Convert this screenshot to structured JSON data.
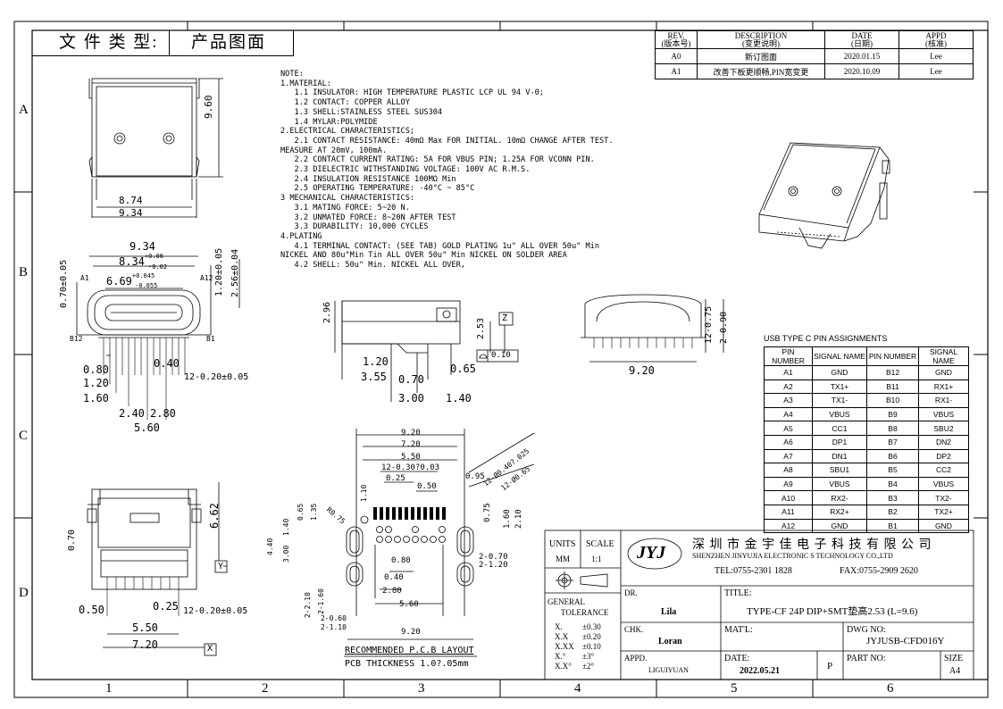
{
  "doc_type": {
    "label": "文 件 类 型:",
    "value": "产品图面"
  },
  "border": {
    "cols": [
      "1",
      "2",
      "3",
      "4",
      "5",
      "6"
    ],
    "rows": [
      "A",
      "B",
      "C",
      "D"
    ]
  },
  "revision": {
    "headers": [
      [
        "REV.",
        "(版本号)"
      ],
      [
        "DESCRIPTION",
        "(变更说明)"
      ],
      [
        "DATE",
        "(日期)"
      ],
      [
        "APPD",
        "(核准)"
      ]
    ],
    "rows": [
      [
        "A0",
        "新订图面",
        "2020.01.15",
        "Lee"
      ],
      [
        "A1",
        "改善下板更顺畅,PIN宽变更",
        "2020.10.09",
        "Lee"
      ]
    ]
  },
  "notes": [
    "NOTE:",
    "1.MATERIAL:",
    "   1.1 INSULATOR: HIGH TEMPERATURE PLASTIC LCP UL 94 V-0;",
    "   1.2 CONTACT: COPPER ALLOY",
    "   1.3 SHELL:STAINLESS STEEL SUS304",
    "   1.4 MYLAR:POLYMIDE",
    "2.ELECTRICAL CHARACTERISTICS;",
    "   2.1 CONTACT RESISTANCE: 40mΩ Max FOR INITIAL. 10mΩ CHANGE AFTER TEST.",
    "MEASURE AT 20mV, 100mA.",
    "   2.2 CONTACT CURRENT RATING: 5A FOR VBUS PIN; 1.25A FOR VCONN PIN.",
    "   2.3 DIELECTRIC WITHSTANDING VOLTAGE: 100V AC R.M.S.",
    "   2.4 INSULATION RESISTANCE 100MΩ Min",
    "   2.5 OPERATING TEMPERATURE: -40°C ~ 85°C",
    "3 MECHANICAL CHARACTERISTICS:",
    "   3.1 MATING FORCE: 5~20 N.",
    "   3.2 UNMATED FORCE: 8~20N AFTER TEST",
    "   3.3 DURABILITY: 10,000 CYCLES",
    "4.PLATING",
    "   4.1 TERMINAL CONTACT: (SEE TAB) GOLD PLATING 1u\" ALL OVER 50u\" Min",
    "NICKEL AND 80u\"Min Tin ALL OVER 50u\" Min NICKEL ON SOLDER AREA",
    "   4.2 SHELL: 50u\" Min. NICKEL ALL OVER,"
  ],
  "pin_table": {
    "title": "USB TYPE C PIN ASSIGNMENTS",
    "headers": [
      "PIN NUMBER",
      "SIGNAL NAME",
      "PIN NUMBER",
      "SIGNAL NAME"
    ],
    "rows": [
      [
        "A1",
        "GND",
        "B12",
        "GND"
      ],
      [
        "A2",
        "TX1+",
        "B11",
        "RX1+"
      ],
      [
        "A3",
        "TX1-",
        "B10",
        "RX1-"
      ],
      [
        "A4",
        "VBUS",
        "B9",
        "VBUS"
      ],
      [
        "A5",
        "CC1",
        "B8",
        "SBU2"
      ],
      [
        "A6",
        "DP1",
        "B7",
        "DN2"
      ],
      [
        "A7",
        "DN1",
        "B6",
        "DP2"
      ],
      [
        "A8",
        "SBU1",
        "B5",
        "CC2"
      ],
      [
        "A9",
        "VBUS",
        "B4",
        "VBUS"
      ],
      [
        "A10",
        "RX2-",
        "B3",
        "TX2-"
      ],
      [
        "A11",
        "RX2+",
        "B2",
        "TX2+"
      ],
      [
        "A12",
        "GND",
        "B1",
        "GND"
      ]
    ]
  },
  "dims": {
    "top_view": {
      "w1": "8.74",
      "w2": "9.34",
      "h": "9.60"
    },
    "front_view": {
      "w": "9.34",
      "w2": "8.34",
      "w2_tol_up": "+0.06",
      "w2_tol_dn": "-0.02",
      "w3": "6.69",
      "w3_tol_up": "+0.045",
      "w3_tol_dn": "-0.055",
      "h1": "0.70±0.05",
      "h2": "1.20±0.05",
      "h3": "2.56±0.04",
      "a1": "A1",
      "a12": "A12",
      "b12": "B12",
      "b1": "B1",
      "d080": "0.80",
      "d120": "1.20",
      "d160": "1.60",
      "d040": "0.40",
      "pitch": "12-0.20±0.05",
      "d240": "2.40",
      "d280": "2.80",
      "d560": "5.60"
    },
    "side_view": {
      "h296": "2.96",
      "h253": "2.53",
      "z": "Z",
      "d120": "1.20",
      "d355": "3.55",
      "d070": "0.70",
      "d065": "0.65",
      "flat": "0.10",
      "d300": "3.00",
      "d140": "1.40"
    },
    "rear_view": {
      "w": "9.20",
      "p1": "12-0.75",
      "p2": "2-0.90"
    },
    "bottom_view": {
      "h662": "6.62",
      "h070": "0.70",
      "y": "Y",
      "d050": "0.50",
      "d025": "0.25",
      "pitch": "12-0.20±0.05",
      "d550": "5.50",
      "d720": "7.20",
      "x": "X"
    },
    "pcb": {
      "d920": "9.20",
      "d720": "7.20",
      "d550": "5.50",
      "pitch": "12-0.30?0.03",
      "d025": "0.25",
      "d050": "0.50",
      "d095": "0.95",
      "hole1": "12-Ø0.40?.025",
      "hole2": "12-Ø0.65",
      "d075": "0.75",
      "d160": "1.60",
      "d210": "2.10",
      "r075": "R0.75",
      "d110": "1.10",
      "d135": "1.35",
      "d065": "0.65",
      "d140": "1.40",
      "d440": "4.40",
      "d300": "3.00",
      "d080": "0.80",
      "s070": "2-0.70",
      "s120": "2-1.20",
      "d040": "0.40",
      "d280": "2.80",
      "d560": "5.60",
      "s210": "2-2.10",
      "s160": "2-1.60",
      "s060": "2-0.60",
      "s110": "2-1.10",
      "w920": "9.20",
      "caption": "RECOMMENDED P.C.B LAYOUT",
      "thick": "PCB THICKNESS 1.0?.05mm"
    }
  },
  "title_block": {
    "units_label": "UNITS",
    "units": "MM",
    "scale_label": "SCALE",
    "scale": "1:1",
    "logo": "JYJ",
    "company_cn": "深 圳 市 金 宇 佳 电 子 科 技 有 限 公 司",
    "company_en": "SHENZHEN  JINYUJIA  ELECTRONIC     S  TECHNOLOGY      CO.,LTD",
    "tel": "TEL:0755-2301 1828",
    "fax": "FAX:0755-2909 2620",
    "dr_label": "DR.",
    "dr": "Lila",
    "title_label": "TITLE:",
    "title": "TYPE-CF 24P DIP+SMT垫高2.53 (L=9.6)",
    "tol_label1": "GENERAL",
    "tol_label2": "TOLERANCE",
    "tol": [
      [
        "X.",
        "±0.30"
      ],
      [
        "X.X",
        "±0.20"
      ],
      [
        "X.XX",
        "±0.10"
      ],
      [
        "X.°",
        "±3°"
      ],
      [
        "X.X°",
        "±2°"
      ]
    ],
    "chk_label": "CHK.",
    "chk": "Loran",
    "mat_label": "MAT'L:",
    "dwg_label": "DWG NO:",
    "dwg": "JYJUSB-CFD016Y",
    "appd_label": "APPD.",
    "appd": "LIGUIYUAN",
    "date_label": "DATE:",
    "date": "2022.05.21",
    "p": "P",
    "part_label": "PART NO:",
    "size_label": "SIZE",
    "size": "A4"
  }
}
